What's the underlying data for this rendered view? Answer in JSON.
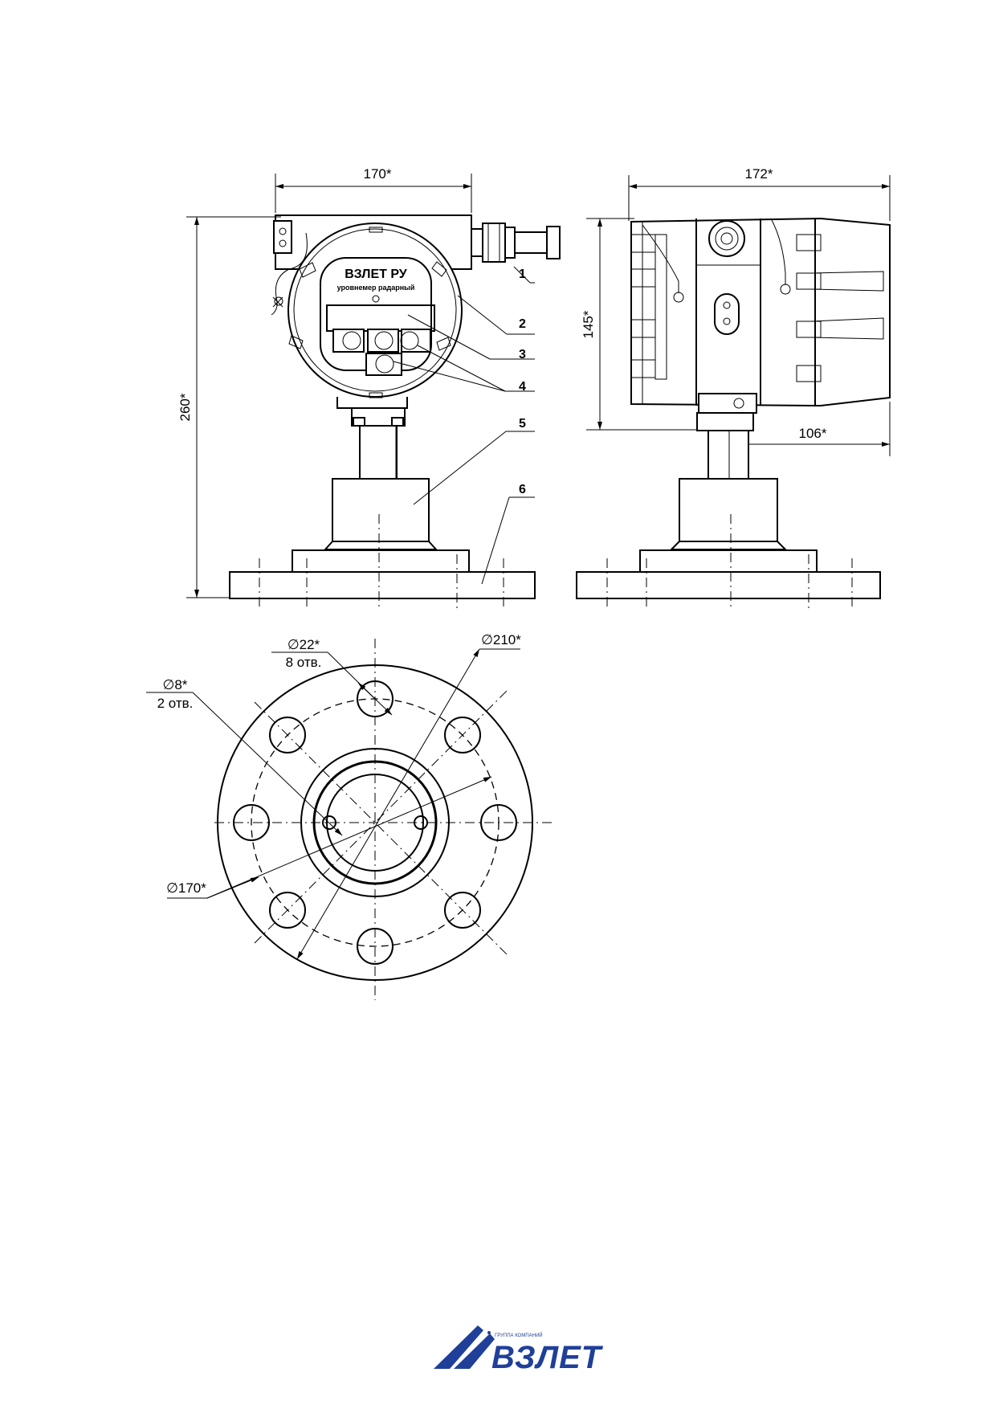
{
  "front_view": {
    "device_name": "ВЗЛЕТ РУ",
    "device_subtitle": "уровнемер радарный"
  },
  "dimensions": {
    "width_front": "170*",
    "width_side": "172*",
    "height_total": "260*",
    "height_housing": "145*",
    "offset_side": "106*",
    "dia_holes": "∅22*",
    "holes_count": "8 отв.",
    "dia_small": "∅8*",
    "small_count": "2 отв.",
    "dia_outer": "∅210*",
    "dia_bolt_circle": "∅170*"
  },
  "callouts": [
    "1",
    "2",
    "3",
    "4",
    "5",
    "6"
  ],
  "footer": {
    "logo_small": "ГРУППА КОМПАНИЙ",
    "logo_text": "ВЗЛЕТ",
    "brand_color": "#1f3f99"
  }
}
